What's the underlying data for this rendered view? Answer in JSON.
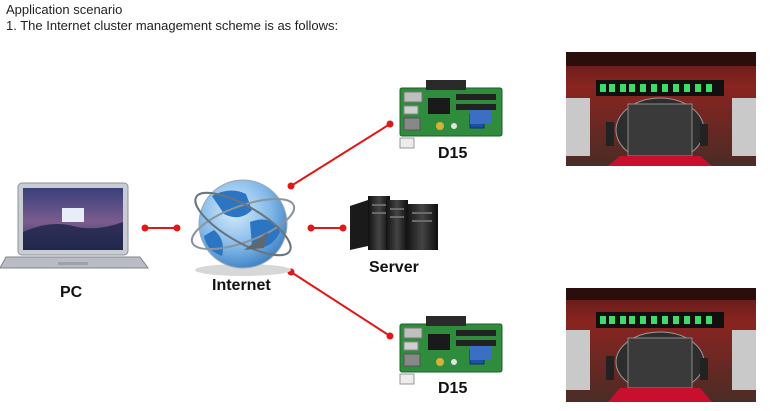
{
  "heading": "Application scenario",
  "subheading": "1. The Internet cluster management scheme is as follows:",
  "nodes": {
    "pc": {
      "label": "PC",
      "icon": "laptop-icon"
    },
    "internet": {
      "label": "Internet",
      "icon": "globe-icon"
    },
    "server": {
      "label": "Server",
      "icon": "server-rack-icon"
    },
    "controller_top": {
      "label": "D15",
      "icon": "control-card-icon"
    },
    "controller_bottom": {
      "label": "D15",
      "icon": "control-card-icon"
    }
  },
  "signs": {
    "top": {
      "icon": "led-storefront-photo"
    },
    "bottom": {
      "icon": "led-storefront-photo"
    }
  },
  "colors": {
    "link": "#e01818",
    "board": "#2f8c3c",
    "globe": "#3b8fd6",
    "led_text": "#3fdc6a"
  }
}
